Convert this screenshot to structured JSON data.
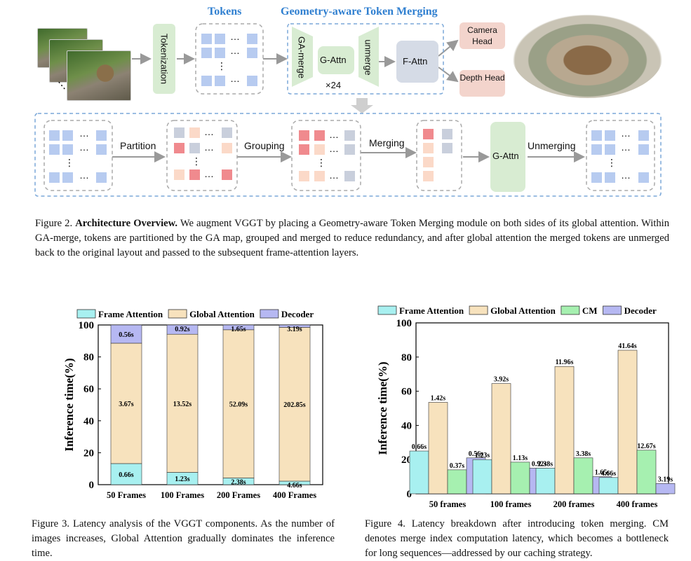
{
  "fig2": {
    "tokens_title": "Tokens",
    "gatm_title": "Geometry-aware Token Merging",
    "tokenization": "Tokenization",
    "ga_merge": "GA-merge",
    "g_attn": "G-Attn",
    "repeat": "×24",
    "unmerge": "unmerge",
    "f_attn": "F-Attn",
    "camera_head": "Camera Head",
    "depth_head": "Depth Head",
    "partition": "Partition",
    "grouping": "Grouping",
    "merging": "Merging",
    "g_attn_bottom": "G-Attn",
    "unmerging": "Unmerging",
    "ellipsis": "…",
    "vdots": "⋮",
    "caption_label": "Figure 2.",
    "caption_bold": "Architecture Overview.",
    "caption_text": "We augment VGGT by placing a Geometry-aware Token Merging module on both sides of its global attention. Within GA-merge, tokens are partitioned by the GA map, grouped and merged to reduce redundancy, and after global attention the merged tokens are unmerged back to the original layout and passed to the subsequent frame-attention layers."
  },
  "fig3": {
    "caption": "Figure 3. Latency analysis of the VGGT components. As the number of images increases, Global Attention gradually dominates the inference time."
  },
  "fig4": {
    "caption": "Figure 4.  Latency breakdown after introducing token merging. CM denotes merge index computation latency, which becomes a bottleneck for long sequences—addressed by our caching strategy."
  },
  "chart_data": [
    {
      "type": "bar",
      "stacked": true,
      "categories": [
        "50 Frames",
        "100 Frames",
        "200 Frames",
        "400 Frames"
      ],
      "series": [
        {
          "name": "Frame Attention",
          "values": [
            13.2,
            7.7,
            4.2,
            2.2
          ],
          "labels": [
            "0.66s",
            "1.23s",
            "2.38s",
            "4.66s"
          ],
          "color": "#a8f0f0"
        },
        {
          "name": "Global Attention",
          "values": [
            75.4,
            86.5,
            92.8,
            96.3
          ],
          "labels": [
            "3.67s",
            "13.52s",
            "52.09s",
            "202.85s"
          ],
          "color": "#f7e2bd"
        },
        {
          "name": "Decoder",
          "values": [
            11.4,
            5.8,
            3.0,
            1.5
          ],
          "labels": [
            "0.56s",
            "0.92s",
            "1.65s",
            "3.19s"
          ],
          "color": "#b6b8f2"
        }
      ],
      "ylabel": "Inference time(%)",
      "ylim": [
        0,
        100
      ],
      "yticks": [
        0,
        20,
        40,
        60,
        80,
        100
      ],
      "legend": "top",
      "grid": false
    },
    {
      "type": "bar",
      "grouped": true,
      "categories": [
        "50 frames",
        "100 frames",
        "200 frames",
        "400 frames"
      ],
      "series": [
        {
          "name": "Frame Attention",
          "values": [
            25,
            20,
            15,
            9.5
          ],
          "labels": [
            "0.66s",
            "1.23s",
            "2.38s",
            "4.66s"
          ],
          "color": "#a8f0f0"
        },
        {
          "name": "Global Attention",
          "values": [
            53.5,
            64.5,
            74.5,
            84
          ],
          "labels": [
            "1.42s",
            "3.92s",
            "11.96s",
            "41.64s"
          ],
          "color": "#f7e2bd"
        },
        {
          "name": "CM",
          "values": [
            14,
            18.5,
            21,
            25.5
          ],
          "labels": [
            "0.37s",
            "1.13s",
            "3.38s",
            "12.67s"
          ],
          "color": "#a6f0b0"
        },
        {
          "name": "Decoder",
          "values": [
            21,
            15,
            10,
            6
          ],
          "labels": [
            "0.56s",
            "0.92s",
            "1.65s",
            "3.19s"
          ],
          "color": "#b6b8f2"
        }
      ],
      "ylabel": "Inference time(%)",
      "ylim": [
        0,
        100
      ],
      "yticks": [
        0,
        20,
        40,
        60,
        80,
        100
      ],
      "legend": "top",
      "grid": false
    }
  ]
}
